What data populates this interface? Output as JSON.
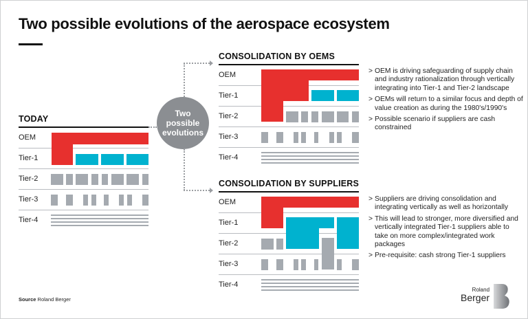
{
  "title": "Two possible evolutions of the aerospace ecosystem",
  "circle": {
    "line1": "Two",
    "line2": "possible",
    "line3": "evolutions"
  },
  "today": {
    "title": "TODAY",
    "rows": [
      "OEM",
      "Tier-1",
      "Tier-2",
      "Tier-3",
      "Tier-4"
    ]
  },
  "oems": {
    "title": "CONSOLIDATION BY OEMS",
    "rows": [
      "OEM",
      "Tier-1",
      "Tier-2",
      "Tier-3",
      "Tier-4"
    ],
    "bullets": [
      "OEM is driving safeguarding of supply chain and industry rationalization through vertically integrating into Tier-1 and Tier-2 landscape",
      "OEMs will return to a similar focus and depth of value creation as during the 1980's/1990's",
      "Possible scenario if suppliers are cash constrained"
    ]
  },
  "suppliers": {
    "title": "CONSOLIDATION BY SUPPLIERS",
    "rows": [
      "OEM",
      "Tier-1",
      "Tier-2",
      "Tier-3",
      "Tier-4"
    ],
    "bullets": [
      "Suppliers are driving consolidation and integrating vertically as well as horizontally",
      "This will lead to stronger, more diversified and vertically integrated Tier-1 suppliers able to take on more complex/integrated work packages",
      "Pre-requisite: cash strong Tier-1 suppliers"
    ]
  },
  "bullet_marker": ">",
  "source": {
    "label": "Source",
    "value": "Roland Berger"
  },
  "logo": {
    "line1": "Roland",
    "line2": "Berger",
    "mark": "B"
  },
  "colors": {
    "oem": "#e7302e",
    "tier1": "#00b2cf",
    "supplier": "#a5aab0"
  }
}
